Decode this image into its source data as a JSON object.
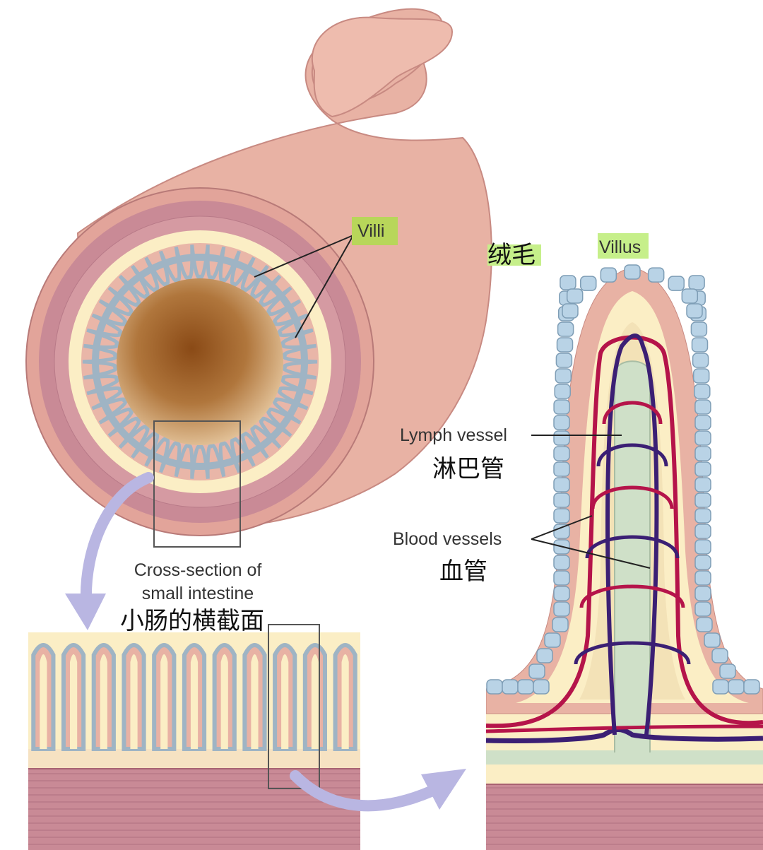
{
  "labels": {
    "villi": "Villi",
    "villi_cn": "绒毛",
    "villus": "Villus",
    "cross_section_line1": "Cross-section of",
    "cross_section_line2": "small intestine",
    "cross_section_cn": "小肠的横截面",
    "lymph_vessel": "Lymph vessel",
    "lymph_vessel_cn": "淋巴管",
    "blood_vessels": "Blood vessels",
    "blood_vessels_cn": "血管"
  },
  "colors": {
    "label_highlight": "#b8d65a",
    "cn_highlight": "#c6ef8a",
    "outer_wall": "#e8b2a4",
    "muscle": "#c98a96",
    "submucosa": "#fbeec5",
    "epithelium": "#9fb4c4",
    "artery": "#b5144a",
    "vein": "#3b1f74",
    "lymph": "#cfe0c8",
    "arrow": "#b9b6e2"
  }
}
